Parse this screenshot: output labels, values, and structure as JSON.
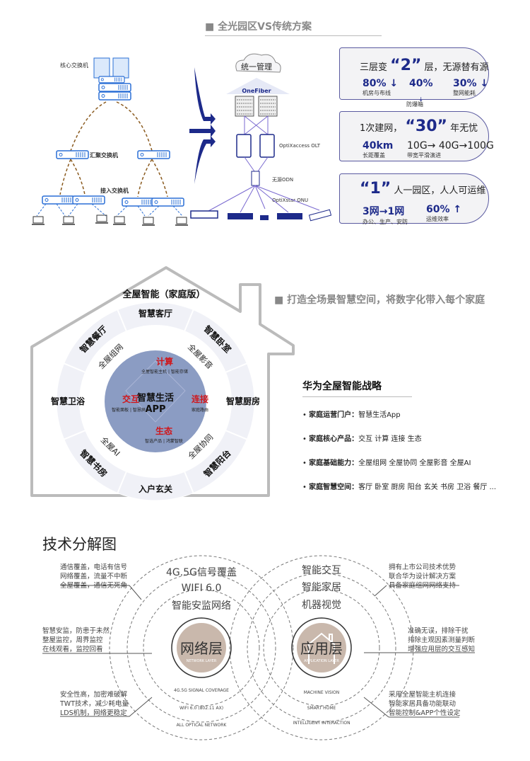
{
  "section1": {
    "title": "全光园区VS传统方案",
    "traditional": {
      "core": "核心交换机",
      "aggregation": "汇聚交换机",
      "access": "接入交换机"
    },
    "fiber": {
      "cloud": "统一管理",
      "onefiber": "OneFiber",
      "olt": "OptiXaccess  OLT",
      "odn": "无源ODN",
      "onu": "OptiXstar ONU"
    },
    "cards": [
      {
        "pre": "三层变",
        "big": "“2”",
        "post": "层，无源替有源",
        "stats": [
          {
            "value": "80% ↓",
            "label": "机房与布线"
          },
          {
            "value": "40%",
            "label": "防爆箱"
          },
          {
            "value": "30% ↓",
            "label": "整网能耗"
          }
        ]
      },
      {
        "pre": "1次建网，",
        "big": "“30”",
        "post": "年无忧",
        "stats": [
          {
            "value": "40km",
            "label": "长距覆盖"
          },
          {
            "value": "10G→ 40G→100G",
            "label": "带宽平滑演进"
          }
        ]
      },
      {
        "pre": "",
        "big": "“1”",
        "post": "人一园区，人人可运维",
        "stats": [
          {
            "value": "3网→1网",
            "label": "办公、生产、安防"
          },
          {
            "value": "60% ↑",
            "label": "运维效率"
          }
        ]
      }
    ],
    "accent": "#1d2a8a"
  },
  "section2": {
    "title": "打造全场景智慧空间，将数字化带入每个家庭",
    "house_title": "全屋智能（家庭版）",
    "rooms": [
      "智慧客厅",
      "智慧卧室",
      "智慧厨房",
      "智慧阳台",
      "入户玄关",
      "智慧书房",
      "智慧卫浴",
      "智慧餐厅"
    ],
    "abilities": [
      "全屋组网",
      "全屋影音",
      "全屋协同",
      "全屋AI"
    ],
    "core": {
      "center": "智慧生活",
      "center2": "APP",
      "nodes": [
        {
          "name": "计算",
          "sub": "全屋智能主机 | 智能存储"
        },
        {
          "name": "交互",
          "sub": "智能面板 | 智慧屏"
        },
        {
          "name": "连接",
          "sub": "家庭路由"
        },
        {
          "name": "生态",
          "sub": "智选产品 | 鸿蒙智联"
        }
      ]
    },
    "strategy": {
      "title": "华为全屋智能战略",
      "items": [
        {
          "k": "家庭运营门户：",
          "v": "智慧生活App"
        },
        {
          "k": "家庭核心产品：",
          "v": "交互 计算 连接  生态"
        },
        {
          "k": "家庭基础能力：",
          "v": "全屋组网 全屋协同 全屋影音 全屋AI"
        },
        {
          "k": "家庭智慧空间：",
          "v": "客厅 卧室 厨房 阳台 玄关 书房 卫浴 餐厅 ..."
        }
      ]
    },
    "red": "#d0161b"
  },
  "section3": {
    "title": "技术分解图",
    "network": {
      "name": "网络层",
      "en": "NETWORK LAYER",
      "rings": [
        "4G.5G信号覆盖",
        "WIFI 6.0",
        "智能安监网络"
      ],
      "rings_en": [
        "4G.5G SIGNAL COVERAGE",
        "WIFI 6.0 (802.11 AX)",
        "ALL OPTICAL NETWORK"
      ]
    },
    "app": {
      "name": "应用层",
      "en": "APPLICATION LAYER",
      "rings": [
        "智能交互",
        "智能家居",
        "机器视觉"
      ],
      "rings_en": [
        "MACHINE VISION",
        "SMART HOME",
        "INTELLIGENT INTERACTION"
      ]
    },
    "notes_left": [
      [
        "通信覆盖，电话有信号",
        "网络覆盖，流量不中断",
        "全屋覆盖，通信无死角"
      ],
      [
        "智慧安监，防患于未然",
        "整屋监控，周界监控",
        "在线观看，监控回看"
      ],
      [
        "安全性高，加密难破解",
        "TWT技术，减少耗电量",
        "LDS机制，网络更稳定"
      ]
    ],
    "notes_right": [
      [
        "拥有上市公司技术优势",
        "联合华为设计解决方案",
        "具备家庭组网网络支持"
      ],
      [
        "准确无误，排除干扰",
        "排除主观因素测量判断",
        "增强应用层的交互感知"
      ],
      [
        "采用全屋智能主机连接",
        "智能家居具备功能联动",
        "智能控制&APP个性设定"
      ]
    ],
    "layer_color": "#c9b8ac"
  }
}
